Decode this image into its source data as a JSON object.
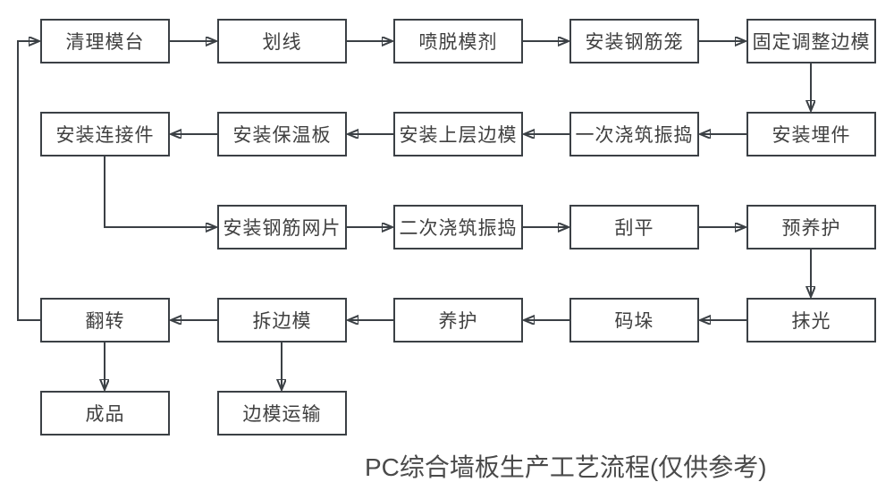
{
  "caption": "PC综合墙板生产工艺流程(仅供参考)",
  "colors": {
    "line": "#3b4045",
    "box_border": "#3b4045",
    "text": "#404040",
    "background": "#ffffff"
  },
  "nodes": [
    {
      "label": "清理模台"
    },
    {
      "label": "划线"
    },
    {
      "label": "喷脱模剂"
    },
    {
      "label": "安装钢筋笼"
    },
    {
      "label": "固定调整边模"
    },
    {
      "label": "安装连接件"
    },
    {
      "label": "安装保温板"
    },
    {
      "label": "安装上层边模"
    },
    {
      "label": "一次浇筑振捣"
    },
    {
      "label": "安装埋件"
    },
    {
      "label": "安装钢筋网片"
    },
    {
      "label": "二次浇筑振捣"
    },
    {
      "label": "刮平"
    },
    {
      "label": "预养护"
    },
    {
      "label": "翻转"
    },
    {
      "label": "拆边模"
    },
    {
      "label": "养护"
    },
    {
      "label": "码垛"
    },
    {
      "label": "抹光"
    },
    {
      "label": "成品"
    },
    {
      "label": "边模运输"
    }
  ],
  "edges": [
    {
      "from": "清理模台",
      "to": "划线"
    },
    {
      "from": "划线",
      "to": "喷脱模剂"
    },
    {
      "from": "喷脱模剂",
      "to": "安装钢筋笼"
    },
    {
      "from": "安装钢筋笼",
      "to": "固定调整边模"
    },
    {
      "from": "固定调整边模",
      "to": "安装埋件"
    },
    {
      "from": "安装埋件",
      "to": "一次浇筑振捣"
    },
    {
      "from": "一次浇筑振捣",
      "to": "安装上层边模"
    },
    {
      "from": "安装上层边模",
      "to": "安装保温板"
    },
    {
      "from": "安装保温板",
      "to": "安装连接件"
    },
    {
      "from": "安装连接件",
      "to": "安装钢筋网片"
    },
    {
      "from": "安装钢筋网片",
      "to": "二次浇筑振捣"
    },
    {
      "from": "二次浇筑振捣",
      "to": "刮平"
    },
    {
      "from": "刮平",
      "to": "预养护"
    },
    {
      "from": "预养护",
      "to": "抹光"
    },
    {
      "from": "抹光",
      "to": "码垛"
    },
    {
      "from": "码垛",
      "to": "养护"
    },
    {
      "from": "养护",
      "to": "拆边模"
    },
    {
      "from": "拆边模",
      "to": "翻转"
    },
    {
      "from": "翻转",
      "to": "清理模台"
    },
    {
      "from": "翻转",
      "to": "成品"
    },
    {
      "from": "拆边模",
      "to": "边模运输"
    }
  ]
}
